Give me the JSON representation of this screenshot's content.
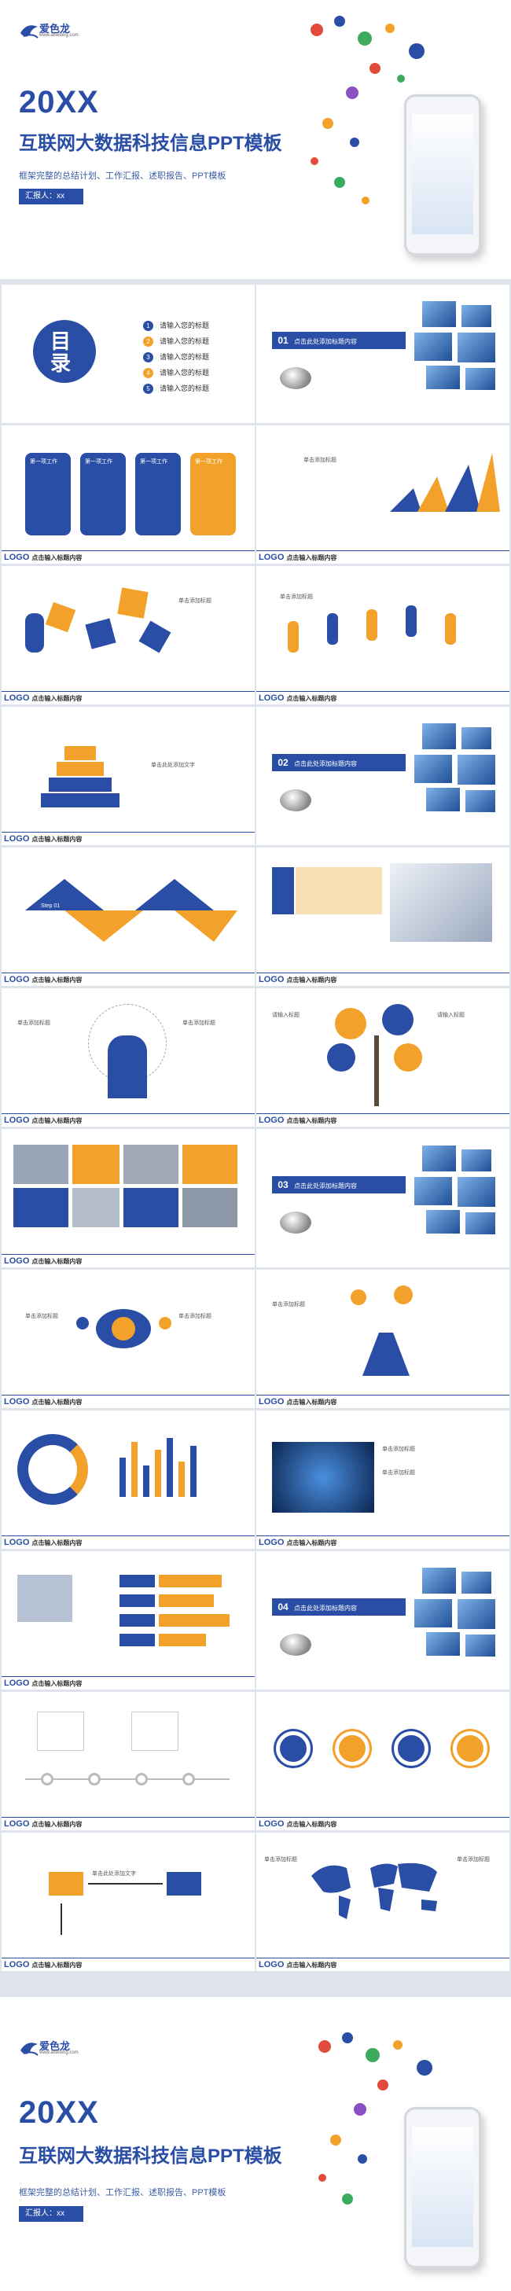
{
  "brand": {
    "name": "爱色龙",
    "url": "www.aiselong.com"
  },
  "cover": {
    "year": "20XX",
    "title": "互联网大数据科技信息PPT模板",
    "subtitle": "框架完整的总结计划、工作汇报、述职报告、PPT模板",
    "reporter": "汇报人：xx"
  },
  "toc": {
    "heading": "目录",
    "items": [
      "请输入您的标题",
      "请输入您的标题",
      "请输入您的标题",
      "请输入您的标题",
      "请输入您的标题"
    ],
    "colors": [
      "#2a4ea5",
      "#f2a22a",
      "#2a4ea5",
      "#f2a22a",
      "#2a4ea5"
    ]
  },
  "slide_footer": {
    "logo": "LOGO",
    "caption": "点击输入标题内容"
  },
  "sections": [
    {
      "num": "01",
      "label": "点击此处添加标题内容"
    },
    {
      "num": "02",
      "label": "点击此处添加标题内容"
    },
    {
      "num": "03",
      "label": "点击此处添加标题内容"
    },
    {
      "num": "04",
      "label": "点击此处添加标题内容"
    }
  ],
  "placeholder": {
    "title": "单击添加标题",
    "text": "单击此处添加文字",
    "input": "请输入标题",
    "work": "第一项工作",
    "step": "Step 01"
  },
  "colors": {
    "blue": "#2a4ea5",
    "orange": "#f2a22a"
  }
}
